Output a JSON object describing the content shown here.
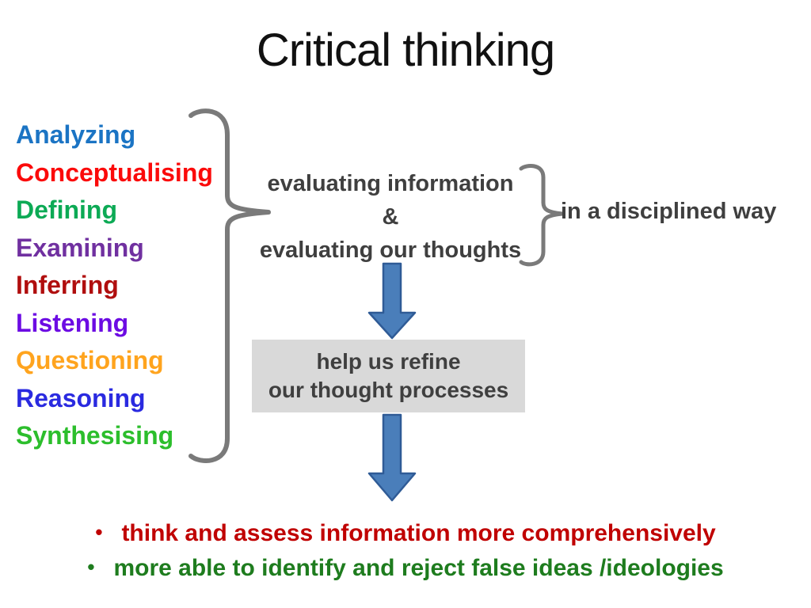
{
  "slide": {
    "title": "Critical thinking",
    "skills": [
      {
        "label": "Analyzing",
        "color": "#1B74C4"
      },
      {
        "label": "Conceptualising",
        "color": "#FB0A0A"
      },
      {
        "label": "Defining",
        "color": "#0CAA55"
      },
      {
        "label": "Examining",
        "color": "#7030A0"
      },
      {
        "label": "Inferring",
        "color": "#B00E0E"
      },
      {
        "label": "Listening",
        "color": "#6C0BE3"
      },
      {
        "label": "Questioning",
        "color": "#FFA41E"
      },
      {
        "label": "Reasoning",
        "color": "#2A2AE0"
      },
      {
        "label": "Synthesising",
        "color": "#2CBE2C"
      }
    ],
    "evaluating": {
      "line1": "evaluating information",
      "amp": "&",
      "line2": "evaluating our thoughts"
    },
    "disciplined": "in a disciplined way",
    "box": {
      "line1": "help us refine",
      "line2": "our thought processes"
    },
    "bullets": [
      {
        "text": "think and assess information more comprehensively",
        "color": "#C00000"
      },
      {
        "text": "more able to identify and reject false ideas /ideologies",
        "color": "#1E7C1E"
      }
    ],
    "colors": {
      "body-gray": "#3F3F3F",
      "brace-gray": "#7A7A7A",
      "box-bg": "#D9D9D9",
      "arrow-fill": "#4A7EBA",
      "arrow-stroke": "#2F5B96"
    }
  }
}
